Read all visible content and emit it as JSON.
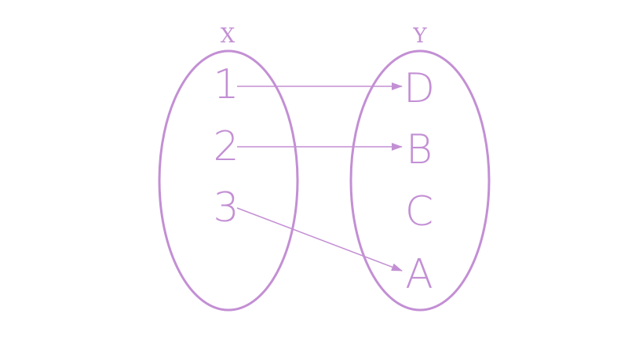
{
  "diagram": {
    "color": "#c38fd4",
    "set_x": {
      "label": "X",
      "elements": [
        "1",
        "2",
        "3"
      ]
    },
    "set_y": {
      "label": "Y",
      "elements": [
        "D",
        "B",
        "C",
        "A"
      ]
    },
    "mappings": [
      {
        "from": "1",
        "to": "D"
      },
      {
        "from": "2",
        "to": "B"
      },
      {
        "from": "3",
        "to": "A"
      }
    ]
  }
}
